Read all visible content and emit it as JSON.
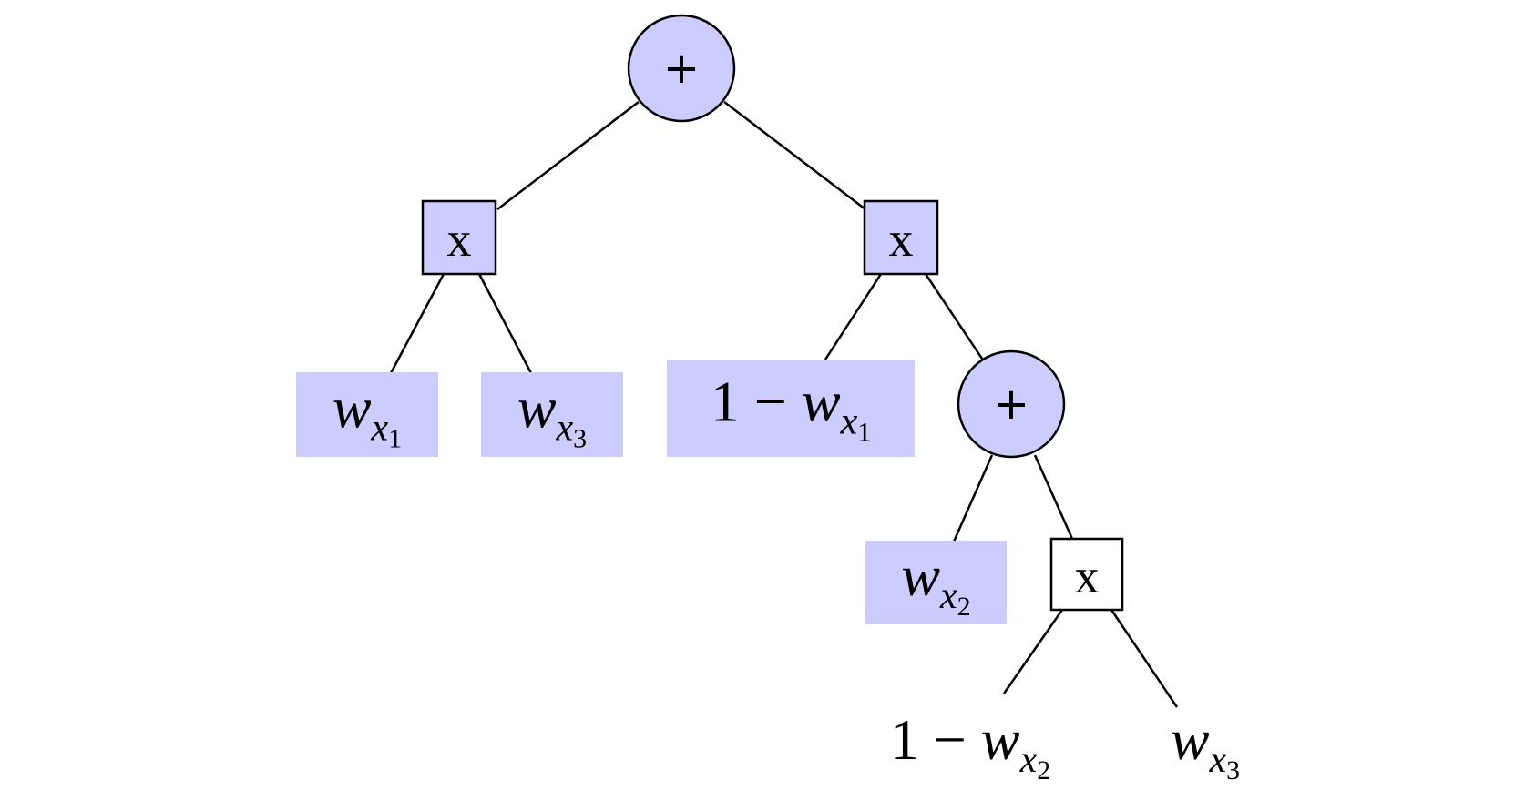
{
  "colors": {
    "node_fill": "#ccccff",
    "plain_fill": "#ffffff",
    "stroke": "#000000"
  },
  "diagram": {
    "type": "expression-tree",
    "nodes": [
      {
        "id": "root",
        "kind": "circle",
        "label": "+",
        "highlighted": true
      },
      {
        "id": "mul-left",
        "kind": "square",
        "label": "x",
        "highlighted": true,
        "parent": "root"
      },
      {
        "id": "mul-right",
        "kind": "square",
        "label": "x",
        "highlighted": true,
        "parent": "root"
      },
      {
        "id": "leaf-wx1",
        "kind": "leaf",
        "prefix": "",
        "var": "w",
        "sub": "x",
        "subsub": "1",
        "highlighted": true,
        "parent": "mul-left"
      },
      {
        "id": "leaf-wx3",
        "kind": "leaf",
        "prefix": "",
        "var": "w",
        "sub": "x",
        "subsub": "3",
        "highlighted": true,
        "parent": "mul-left"
      },
      {
        "id": "leaf-1-wx1",
        "kind": "leaf",
        "prefix": "1 − ",
        "var": "w",
        "sub": "x",
        "subsub": "1",
        "highlighted": true,
        "parent": "mul-right"
      },
      {
        "id": "plus-inner",
        "kind": "circle",
        "label": "+",
        "highlighted": true,
        "parent": "mul-right"
      },
      {
        "id": "leaf-wx2",
        "kind": "leaf",
        "prefix": "",
        "var": "w",
        "sub": "x",
        "subsub": "2",
        "highlighted": true,
        "parent": "plus-inner"
      },
      {
        "id": "mul-inner",
        "kind": "square",
        "label": "x",
        "highlighted": false,
        "parent": "plus-inner"
      },
      {
        "id": "leaf-1-wx2",
        "kind": "leaf",
        "prefix": "1 − ",
        "var": "w",
        "sub": "x",
        "subsub": "2",
        "highlighted": false,
        "parent": "mul-inner"
      },
      {
        "id": "leaf-wx3-b",
        "kind": "leaf",
        "prefix": "",
        "var": "w",
        "sub": "x",
        "subsub": "3",
        "highlighted": false,
        "parent": "mul-inner"
      }
    ]
  }
}
